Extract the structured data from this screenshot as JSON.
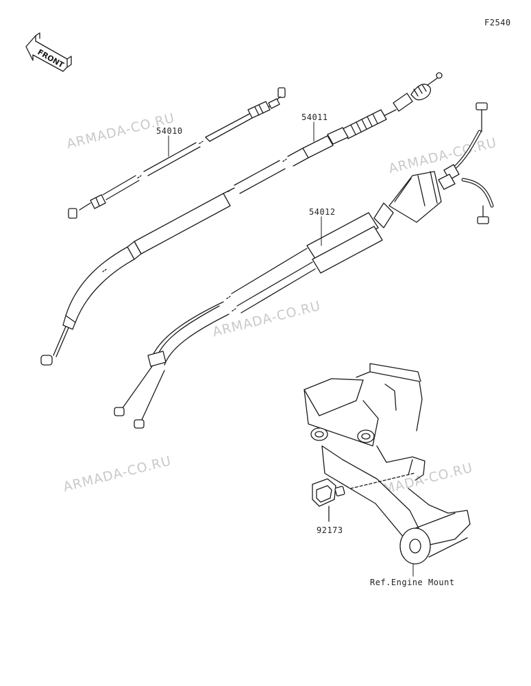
{
  "diagram_code": "F2540",
  "front_label": "FRONT",
  "watermark": "ARMADA-CO.RU",
  "parts": [
    {
      "number": "54010"
    },
    {
      "number": "54011"
    },
    {
      "number": "54012"
    },
    {
      "number": "92173"
    }
  ],
  "reference_label": "Ref.Engine Mount",
  "colors": {
    "line": "#1a1a1a",
    "watermark": "#c9c9c9"
  }
}
